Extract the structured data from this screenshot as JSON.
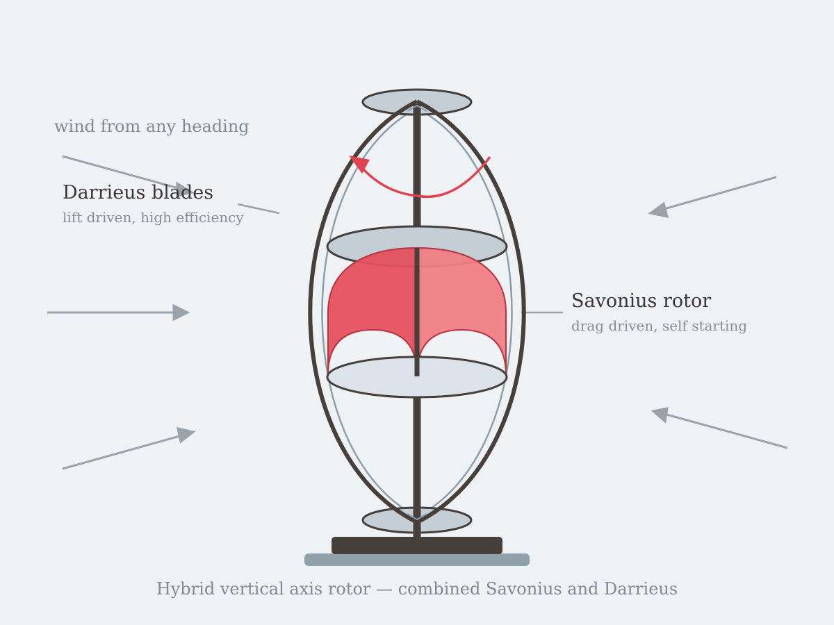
{
  "wind_note": "wind from any heading",
  "darrieus": {
    "title": "Darrieus blades",
    "subtitle": "lift driven, high efficiency"
  },
  "savonius": {
    "title": "Savonius rotor",
    "subtitle": "drag driven, self starting"
  },
  "caption": "Hybrid vertical axis rotor — combined Savonius and Darrieus",
  "colors": {
    "background": "#eef2f5",
    "frame": "#463f3a",
    "hub": "#c3ced7",
    "inner_blade": "#8c9ea9",
    "savonius_dark": "#e5505d",
    "savonius_light": "#ef7e85",
    "rotation_arrow": "#e0434f",
    "wind_arrow": "#9aa3a9",
    "base_plate": "#8fa1ab"
  },
  "icons": {
    "rotation": "curved-rotation-arrow-icon",
    "wind": "wind-arrow-icon"
  }
}
